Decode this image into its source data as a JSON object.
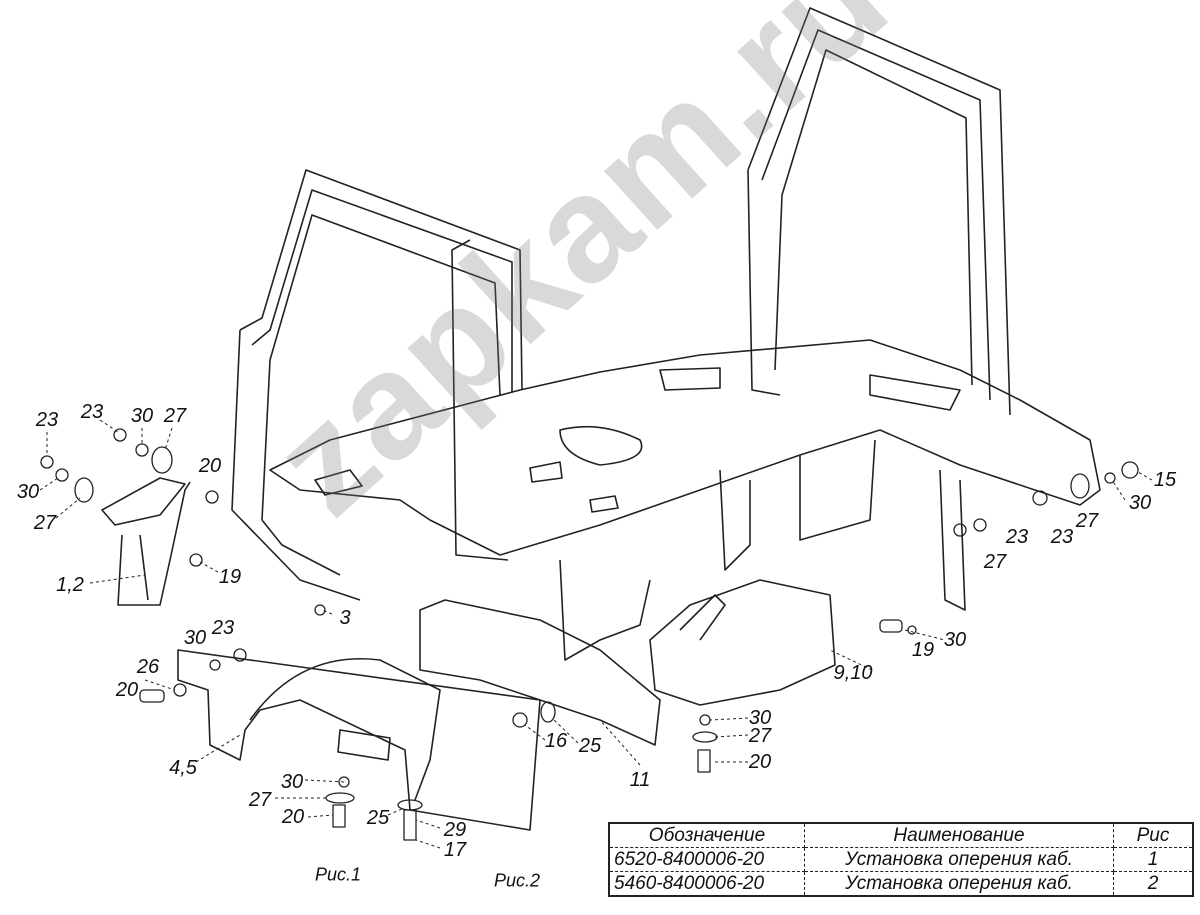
{
  "watermark": "zapkam.ru",
  "callouts": [
    "23",
    "23",
    "30",
    "27",
    "20",
    "30",
    "27",
    "1,2",
    "19",
    "3",
    "30",
    "23",
    "26",
    "20",
    "4,5",
    "30",
    "27",
    "20",
    "25",
    "29",
    "17",
    "16",
    "25",
    "11",
    "9,10",
    "19",
    "30",
    "30",
    "27",
    "20",
    "15",
    "30",
    "27",
    "23",
    "23",
    "27"
  ],
  "captions": {
    "fig1": "Рис.1",
    "fig2": "Рис.2"
  },
  "table": {
    "headers": [
      "Обозначение",
      "Наименование",
      "Рис"
    ],
    "rows": [
      [
        "6520-8400006-20",
        "Установка оперения каб.",
        "1"
      ],
      [
        "5460-8400006-20",
        "Установка оперения каб.",
        "2"
      ]
    ]
  }
}
